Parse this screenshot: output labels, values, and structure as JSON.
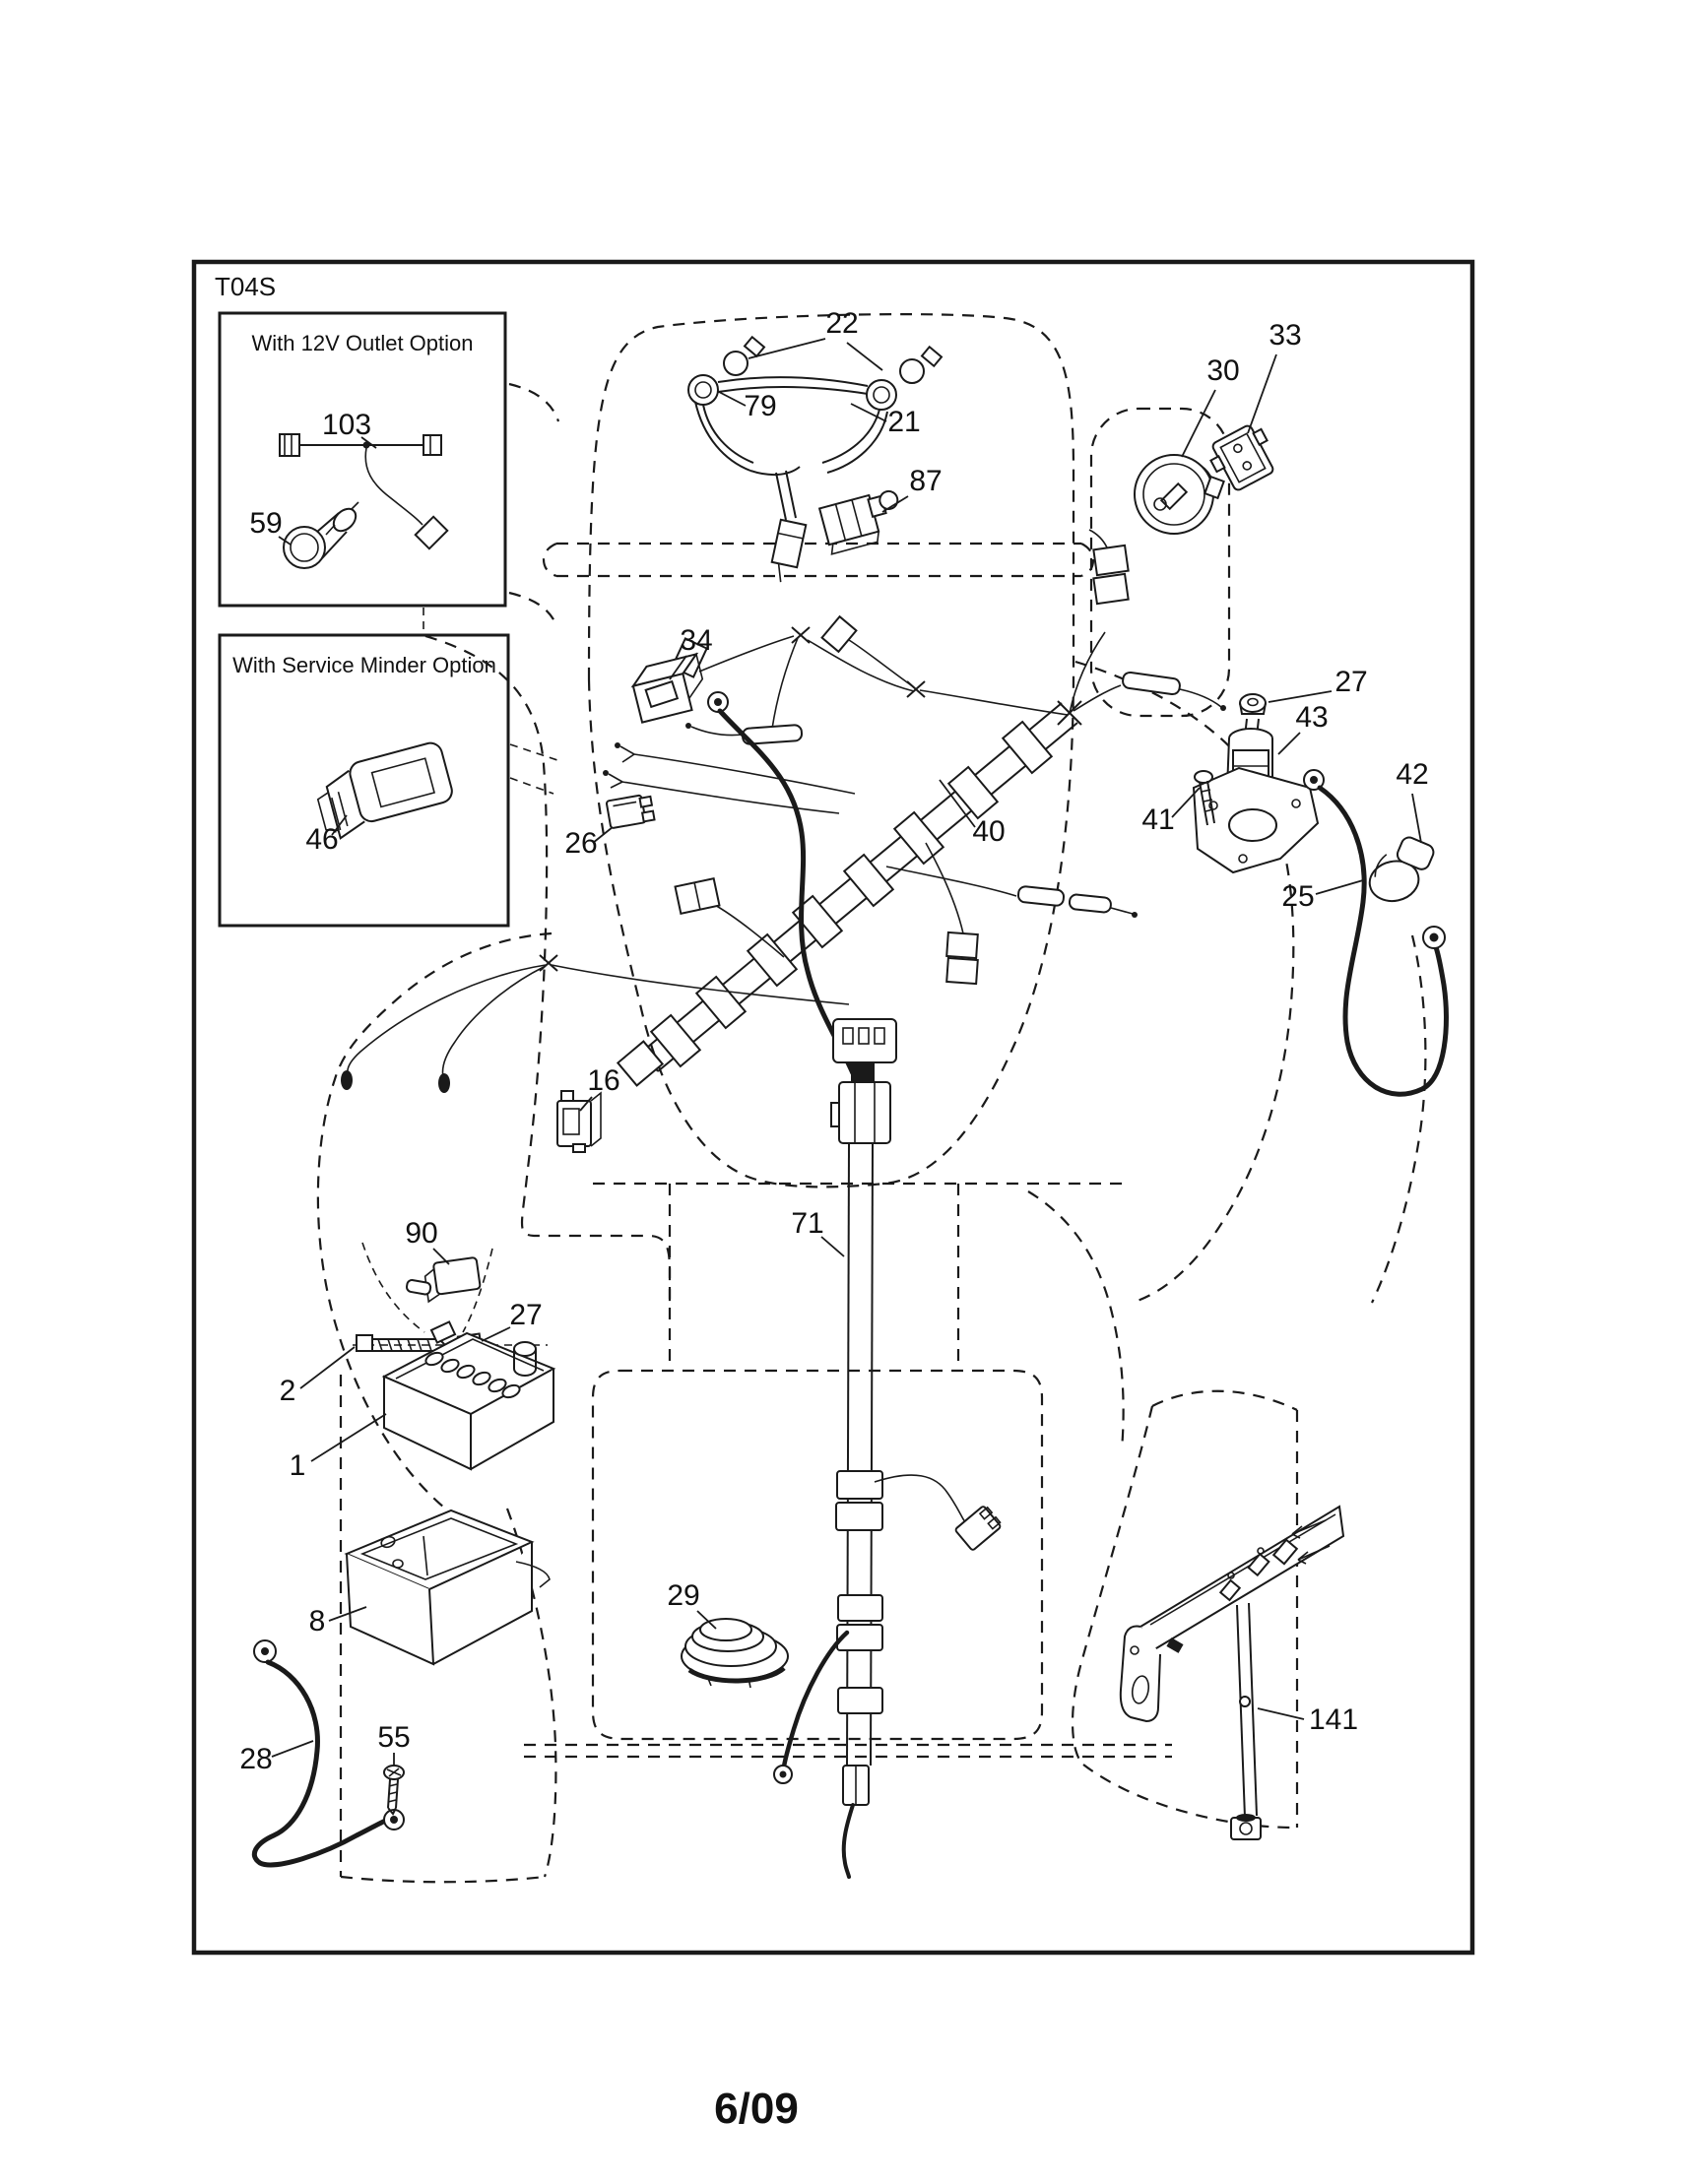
{
  "figure": {
    "code": "T04S",
    "date_code": "6/09"
  },
  "insets": {
    "outlet_12v": {
      "title": "With 12V Outlet Option"
    },
    "service_minder": {
      "title": "With Service Minder Option"
    }
  },
  "labels": {
    "harness_12v": "103",
    "outlet_12v": "59",
    "service_minder_module": "46",
    "headlight_bulbs": "22",
    "headlight_sockets": "79",
    "headlight_harness": "21",
    "light_switch": "87",
    "circuit_breaker": "33",
    "ignition_switch": "30",
    "nut_solenoid": "27",
    "solenoid": "43",
    "terminal_boot": "42",
    "bolt_solenoid": "41",
    "battery_cable": "25",
    "interlock_switch": "34",
    "fuse": "26",
    "main_harness": "40",
    "plunger_switch": "16",
    "connector": "90",
    "nut_battery": "27",
    "bolt_battery": "2",
    "battery": "1",
    "battery_box": "8",
    "ground_cable": "28",
    "screw": "55",
    "seat_harness": "71",
    "grommet": "29",
    "bracket_asm": "141"
  }
}
